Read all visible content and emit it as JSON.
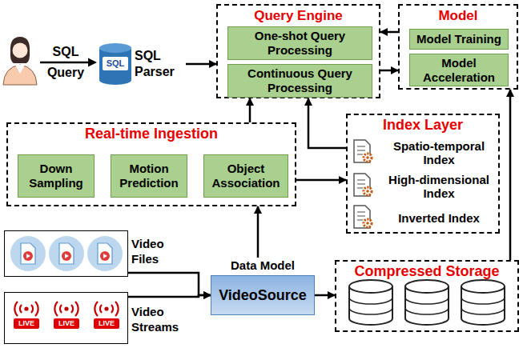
{
  "diagram": {
    "nodes": [
      {
        "text": [
          "SQL",
          "SQL Parser"
        ]
      },
      {
        "text": [
          "Query Engine"
        ]
      },
      {
        "text": [
          "One-shot Query Processing"
        ],
        "in": 1
      },
      {
        "text": [
          "Continuous Query Processing"
        ],
        "in": 1
      },
      {
        "text": [
          "Model"
        ]
      },
      {
        "text": [
          "Model Training"
        ],
        "in": 4
      },
      {
        "text": [
          "Model Acceleration"
        ],
        "in": 4
      },
      {
        "text": [
          "Real-time Ingestion"
        ]
      },
      {
        "text": [
          "Down Sampling"
        ],
        "in": 7
      },
      {
        "text": [
          "Motion Prediction"
        ],
        "in": 7
      },
      {
        "text": [
          "Object Association"
        ],
        "in": 7
      },
      {
        "text": [
          "Index Layer"
        ]
      },
      {
        "text": [
          "Spatio-temporal Index"
        ],
        "in": 11
      },
      {
        "text": [
          "High-dimensional Index"
        ],
        "in": 11
      },
      {
        "text": [
          "Inverted Index"
        ],
        "in": 11
      },
      {
        "text": [
          "Video Files"
        ]
      },
      {
        "text": [
          "Video Streams"
        ]
      },
      {
        "text": [
          "Data Model",
          "VideoSource"
        ]
      },
      {
        "text": [
          "Compressed Storage"
        ]
      }
    ],
    "edges": [
      {
        "from": 0,
        "to": 1,
        "arrow": "to"
      },
      {
        "from": 4,
        "to": 1,
        "arrow": "to"
      },
      {
        "from": 1,
        "to": 4,
        "arrow": "to"
      },
      {
        "from": 7,
        "to": 1,
        "arrow": "to"
      },
      {
        "from": 11,
        "to": 1,
        "arrow": "to"
      },
      {
        "from": 7,
        "to": 11,
        "arrow": "to"
      },
      {
        "from": 17,
        "to": 7,
        "arrow": "to"
      },
      {
        "from": 15,
        "to": 17,
        "arrow": "to"
      },
      {
        "from": 16,
        "to": 17,
        "arrow": "to"
      },
      {
        "from": 17,
        "to": 18,
        "arrow": "to"
      },
      {
        "from": 18,
        "to": 4,
        "arrow": "to"
      }
    ],
    "labels": [
      "SQL Query",
      "LIVE",
      "LIVE",
      "LIVE"
    ]
  }
}
